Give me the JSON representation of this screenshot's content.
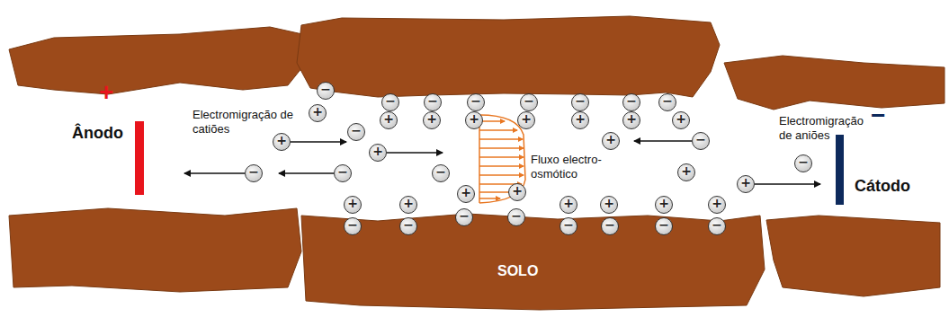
{
  "diagram": {
    "nodes": [
      {
        "text": [
          "−"
        ]
      },
      {
        "text": [
          "−"
        ]
      },
      {
        "text": [
          "−"
        ]
      },
      {
        "text": [
          "−"
        ]
      },
      {
        "text": [
          "−"
        ]
      },
      {
        "text": [
          "−"
        ]
      },
      {
        "text": [
          "−"
        ]
      },
      {
        "text": [
          "−"
        ]
      },
      {
        "text": [
          "+"
        ]
      },
      {
        "text": [
          "+"
        ]
      },
      {
        "text": [
          "+"
        ]
      },
      {
        "text": [
          "+"
        ]
      },
      {
        "text": [
          "+"
        ]
      },
      {
        "text": [
          "+"
        ]
      },
      {
        "text": [
          "+"
        ]
      },
      {
        "text": [
          "+"
        ]
      },
      {
        "text": [
          "−"
        ]
      },
      {
        "text": [
          "+"
        ]
      },
      {
        "text": [
          "+"
        ]
      },
      {
        "text": [
          "−"
        ]
      },
      {
        "text": [
          "+"
        ]
      },
      {
        "text": [
          "−"
        ]
      },
      {
        "text": [
          "−"
        ]
      },
      {
        "text": [
          "−"
        ]
      },
      {
        "text": [
          "−"
        ]
      },
      {
        "text": [
          "+"
        ]
      },
      {
        "text": [
          "+"
        ]
      },
      {
        "text": [
          "+"
        ]
      },
      {
        "text": [
          "+"
        ]
      },
      {
        "text": [
          "+"
        ]
      },
      {
        "text": [
          "+"
        ]
      },
      {
        "text": [
          "+"
        ]
      },
      {
        "text": [
          "+"
        ]
      },
      {
        "text": [
          "+"
        ]
      },
      {
        "text": [
          "+"
        ]
      },
      {
        "text": [
          "−"
        ]
      },
      {
        "text": [
          "−"
        ]
      },
      {
        "text": [
          "−"
        ]
      },
      {
        "text": [
          "−"
        ]
      },
      {
        "text": [
          "−"
        ]
      },
      {
        "text": [
          "−"
        ]
      },
      {
        "text": [
          "−"
        ]
      },
      {
        "text": [
          "−"
        ]
      }
    ],
    "labels": [
      "+",
      "Ânodo",
      "Electromigração de catiões",
      "Fluxo electro- osmótico",
      "Electromigração de aniões",
      "−",
      "Cátodo",
      "SOLO"
    ]
  }
}
